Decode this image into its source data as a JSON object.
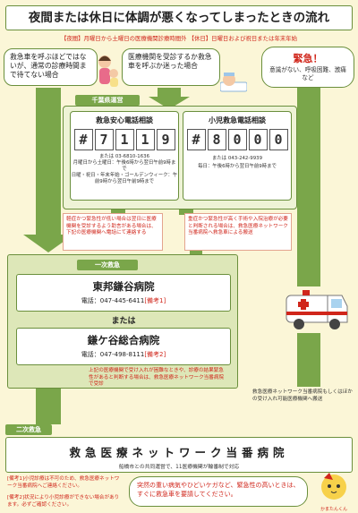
{
  "title": "夜間または休日に体調が悪くなってしまったときの流れ",
  "subtitle": "【夜間】月曜日から土曜日の医療機関診療時間外 【休日】日曜日および祝日または年末年始",
  "stages": {
    "can_wait": "救急車を呼ぶほどではないが、通常の診療時間まで待てない場合",
    "unsure": "医療機関を受診するか救急車を呼ぶか迷った場合",
    "urgent_title": "緊急！",
    "urgent_body": "意識がない、呼吸困難、激痛など"
  },
  "operator_label": "千葉県運営",
  "adult_line": {
    "title": "救急安心電話相談",
    "digits": [
      "#",
      "7",
      "1",
      "1",
      "9"
    ],
    "alt_tel": "または 03-6810-1636",
    "hours_1": "月曜日から土曜日：午後6時から翌日午前9時まで",
    "hours_2": "日曜・祝日・年末年始・ゴールデンウィーク：午前9時から翌日午前9時まで"
  },
  "child_line": {
    "title": "小児救急電話相談",
    "digits": [
      "#",
      "8",
      "0",
      "0",
      "0"
    ],
    "alt_tel": "または 043-242-9939",
    "hours": "毎日：午後6時から翌日午前9時まで"
  },
  "adult_note": "軽症かつ緊急性が低い場合は翌日に医療機関を受診するよう助言がある場合は、下記の医療機関へ電話にて連絡する",
  "child_note": "重症かつ緊急性が高く手術や入院治療が必要と判断される場合は、救急医療ネットワーク当番病院へ救急車による搬送",
  "primary_label": "一次救急",
  "hospital_1": {
    "name": "東邦鎌谷病院",
    "tel": "電話：047-445-6411",
    "biko": "[備考1]"
  },
  "or_text": "または",
  "hospital_2": {
    "name": "鎌ケ谷総合病院",
    "tel": "電話：047-498-8111",
    "biko": "[備考2]"
  },
  "primary_note": "上記の医療機関で受け入れが困難なときや、診療の結果緊急性があると判断する場合は、救急医療ネットワーク当番病院で受診",
  "ambulance_note": "救急医療ネットワーク当番病院もしくはほかの受け入れ可能医療機関へ搬送",
  "secondary_label": "二次救急",
  "network": {
    "title": "救急医療ネットワーク当番病院",
    "sub": "船橋市との共同運営で、11医療機関が輪番制で対応"
  },
  "footnotes": [
    "[備考1]小児診療は不可のため、救急医療ネットワーク当番病院へご連絡ください。",
    "[備考2]状況により小児診療ができない場合があります。必ずご確認ください。"
  ],
  "bubble_text": "突然の重い病気やひどいケガなど、緊急性の高いときは、すぐに救急車を要請してください。",
  "mascot_name": "かまたんくん",
  "colors": {
    "green": "#7aa64a",
    "red": "#d0261b",
    "bg": "#fbf6d7"
  }
}
